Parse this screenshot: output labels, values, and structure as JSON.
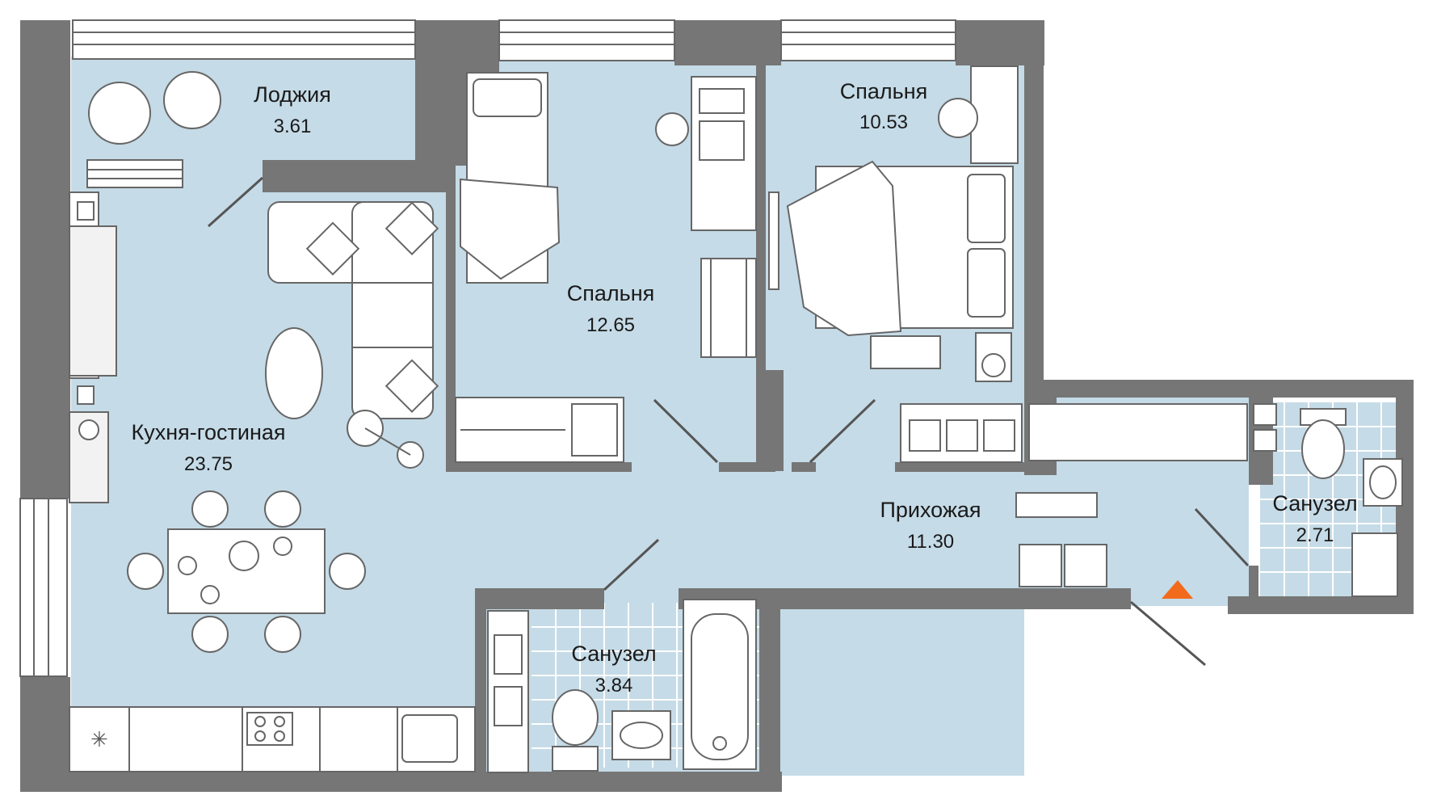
{
  "rooms": {
    "loggia": {
      "name": "Лоджия",
      "area": "3.61"
    },
    "bedroom_small": {
      "name": "Спальня",
      "area": "12.65"
    },
    "bedroom_large": {
      "name": "Спальня",
      "area": "10.53"
    },
    "kitchen_living": {
      "name": "Кухня-гостиная",
      "area": "23.75"
    },
    "hallway": {
      "name": "Прихожая",
      "area": "11.30"
    },
    "bathroom_right": {
      "name": "Санузел",
      "area": "2.71"
    },
    "bathroom_bottom": {
      "name": "Санузел",
      "area": "3.84"
    }
  },
  "colors": {
    "wall": "#767676",
    "floor": "#c5dbe7",
    "entrance_marker": "#f26b1d"
  },
  "icons": [
    "entrance-arrow-icon",
    "snowflake-icon"
  ]
}
